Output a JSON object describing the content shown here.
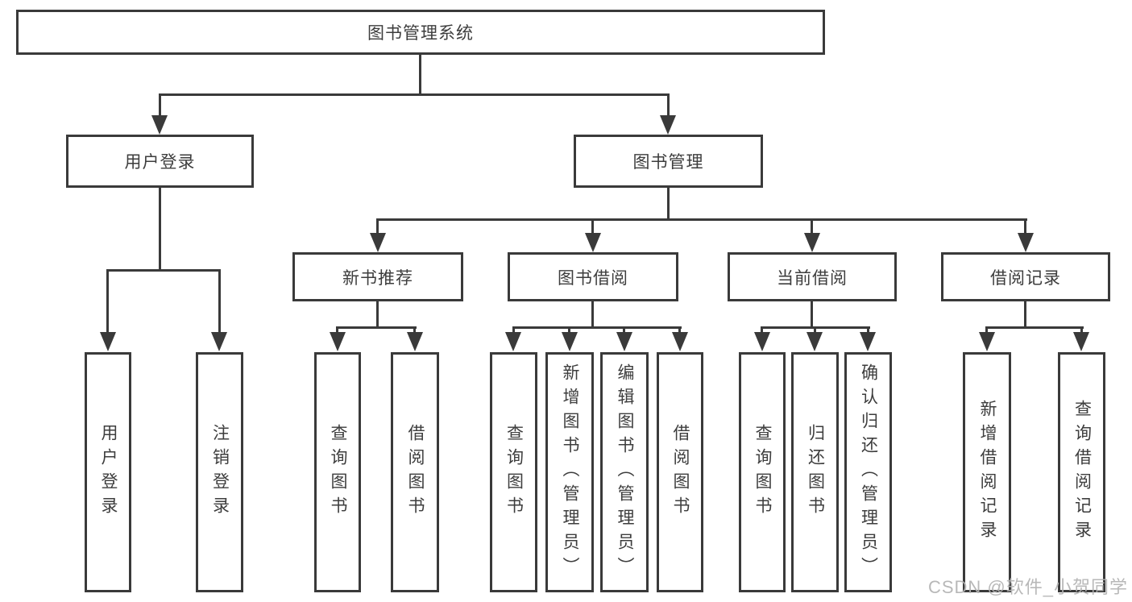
{
  "diagram": {
    "root_label": "图书管理系统",
    "level2": [
      {
        "label": "用户登录"
      },
      {
        "label": "图书管理"
      }
    ],
    "level3": [
      {
        "parent": "图书管理",
        "label": "新书推荐"
      },
      {
        "parent": "图书管理",
        "label": "图书借阅"
      },
      {
        "parent": "图书管理",
        "label": "当前借阅"
      },
      {
        "parent": "图书管理",
        "label": "借阅记录"
      }
    ],
    "leaves": [
      {
        "parent": "用户登录",
        "label": "用户登录"
      },
      {
        "parent": "用户登录",
        "label": "注销登录"
      },
      {
        "parent": "新书推荐",
        "label": "查询图书"
      },
      {
        "parent": "新书推荐",
        "label": "借阅图书"
      },
      {
        "parent": "图书借阅",
        "label": "查询图书"
      },
      {
        "parent": "图书借阅",
        "label": "新增图书（管理员）"
      },
      {
        "parent": "图书借阅",
        "label": "编辑图书（管理员）"
      },
      {
        "parent": "图书借阅",
        "label": "借阅图书"
      },
      {
        "parent": "当前借阅",
        "label": "查询图书"
      },
      {
        "parent": "当前借阅",
        "label": "归还图书"
      },
      {
        "parent": "当前借阅",
        "label": "确认归还（管理员）"
      },
      {
        "parent": "借阅记录",
        "label": "新增借阅记录"
      },
      {
        "parent": "借阅记录",
        "label": "查询借阅记录"
      }
    ]
  },
  "watermark": {
    "text": "CSDN @软件_小贺同学"
  },
  "colors": {
    "line": "#3a3a3a",
    "text": "#3d3d3d",
    "watermark": "#b3b3b3",
    "background": "#ffffff"
  }
}
